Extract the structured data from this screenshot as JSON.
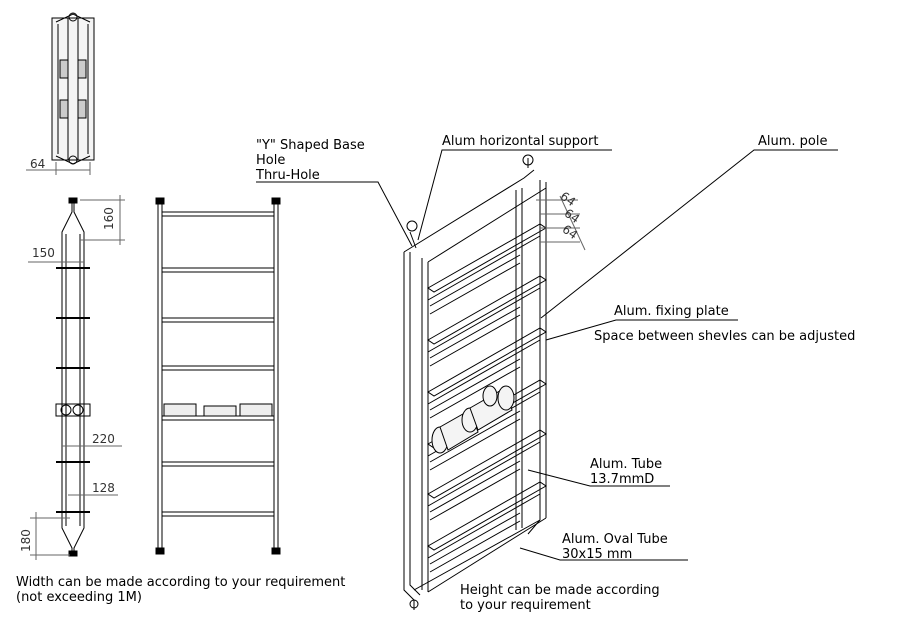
{
  "dimensions": {
    "d64": "64",
    "d160": "160",
    "d150": "150",
    "d220": "220",
    "d128": "128",
    "d180": "180"
  },
  "callouts": {
    "y_base_line1": "\"Y\" Shaped Base",
    "y_base_line2": "Hole",
    "y_base_line3": "Thru-Hole",
    "horizontal_support": "Alum horizontal support",
    "pole": "Alum. pole",
    "fixing_plate": "Alum. fixing plate",
    "adjustable": "Space between shevles can be adjusted",
    "tube_line1": "Alum. Tube",
    "tube_line2": "13.7mmD",
    "oval_line1": "Alum. Oval Tube",
    "oval_line2": "30x15 mm"
  },
  "notes": {
    "width_line1": "Width can be made according to your requirement",
    "width_line2": "(not exceeding 1M)",
    "height_line1": "Height can be made according",
    "height_line2": "to your requirement"
  },
  "iso_dims": [
    "64",
    "64",
    "64"
  ],
  "colors": {
    "line": "#000000",
    "dim_line": "#555555",
    "shade": "#d9d9d9"
  }
}
